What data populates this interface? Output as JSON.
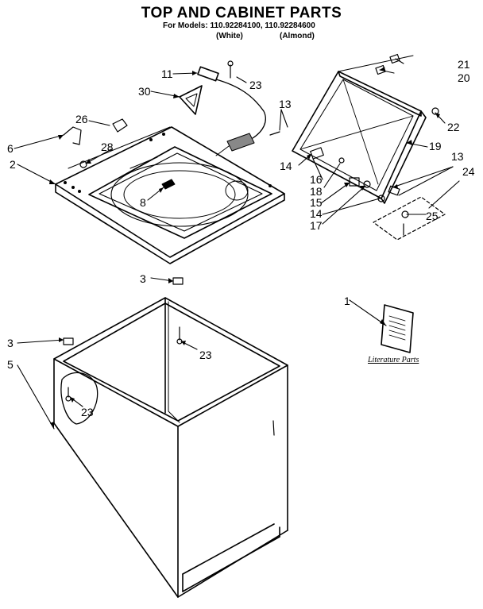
{
  "title": "TOP AND CABINET PARTS",
  "models_line": "For Models: 110.92284100, 110.92284600",
  "color_white": "(White)",
  "color_almond": "(Almond)",
  "literature_label": "Literature Parts",
  "callouts": {
    "c1": "1",
    "c2": "2",
    "c3a": "3",
    "c3b": "3",
    "c5": "5",
    "c6": "6",
    "c8": "8",
    "c11": "11",
    "c13a": "13",
    "c13b": "13",
    "c14a": "14",
    "c14b": "14",
    "c15": "15",
    "c16": "16",
    "c17": "17",
    "c18": "18",
    "c19": "19",
    "c20": "20",
    "c21": "21",
    "c22": "22",
    "c23a": "23",
    "c23b": "23",
    "c23c": "23",
    "c24": "24",
    "c25": "25",
    "c26": "26",
    "c28": "28",
    "c30": "30"
  }
}
